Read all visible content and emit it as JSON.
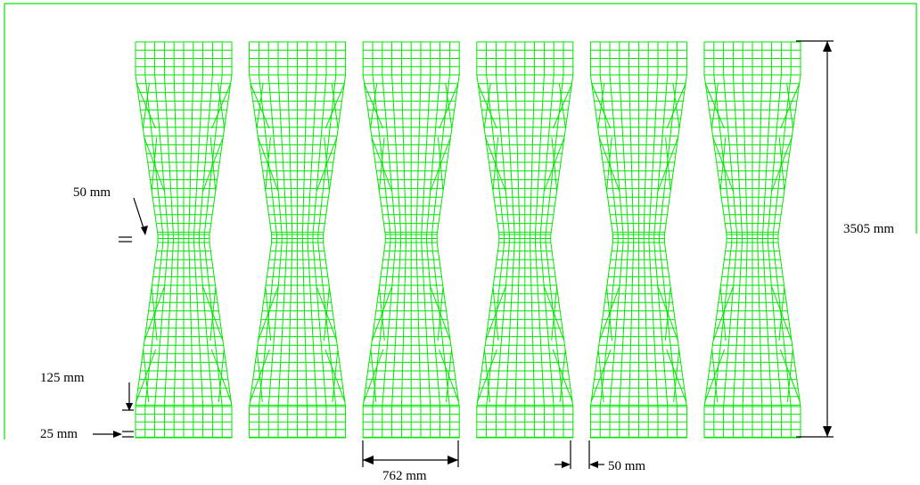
{
  "figure": {
    "specimen_count": 6,
    "mesh_color": "#00e600",
    "annotation_color": "#000000",
    "border_color": "#00e600"
  },
  "dimensions": {
    "neck_height": "50 mm",
    "total_height": "3505 mm",
    "taper_end_height": "125 mm",
    "end_cell_height": "25 mm",
    "specimen_width": "762 mm",
    "specimen_gap": "50 mm"
  }
}
